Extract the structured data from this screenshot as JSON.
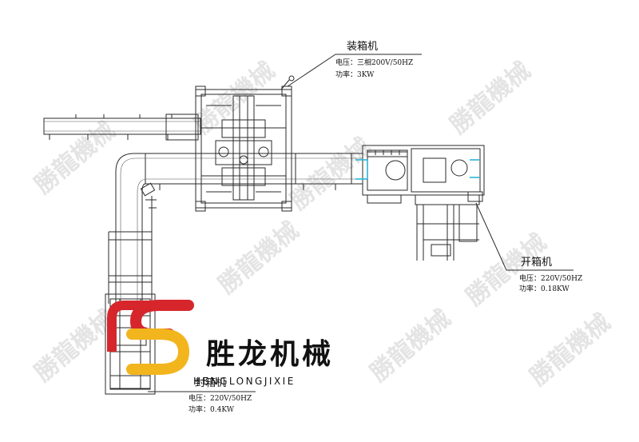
{
  "watermark": "勝龍機械",
  "machines": {
    "packer": {
      "name": "装箱机",
      "voltage": "电压：三相200V/50HZ",
      "power": "功率：3KW"
    },
    "erector": {
      "name": "开箱机",
      "voltage": "电压：220V/50HZ",
      "power": "功率：0.18KW"
    },
    "sealer": {
      "name": "封箱机",
      "voltage": "电压：220V/50HZ",
      "power": "功率：0.4KW"
    }
  },
  "brand": {
    "name": "胜龙机械",
    "pinyin": "HENGLONGJIXIE"
  },
  "colors": {
    "logo_red": "#d6262c",
    "logo_yellow": "#f2b51d",
    "accent_cyan": "#29b6d8"
  }
}
